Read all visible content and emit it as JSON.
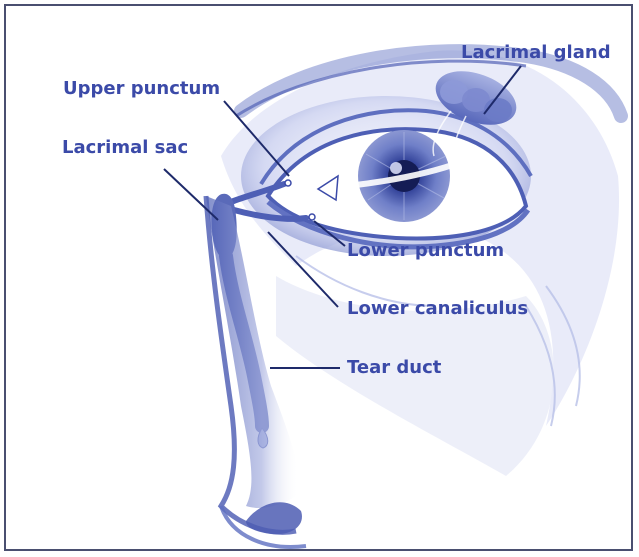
{
  "colors": {
    "label": "#3b4aa8",
    "illustration": "#5e6fc0",
    "illustration_light": "#c7cdee",
    "frame": "#4a4f70"
  },
  "labels": {
    "lacrimal_gland": "Lacrimal gland",
    "upper_punctum": "Upper punctum",
    "lacrimal_sac": "Lacrimal sac",
    "lower_punctum": "Lower punctum",
    "lower_canaliculus": "Lower canaliculus",
    "tear_duct": "Tear duct"
  }
}
